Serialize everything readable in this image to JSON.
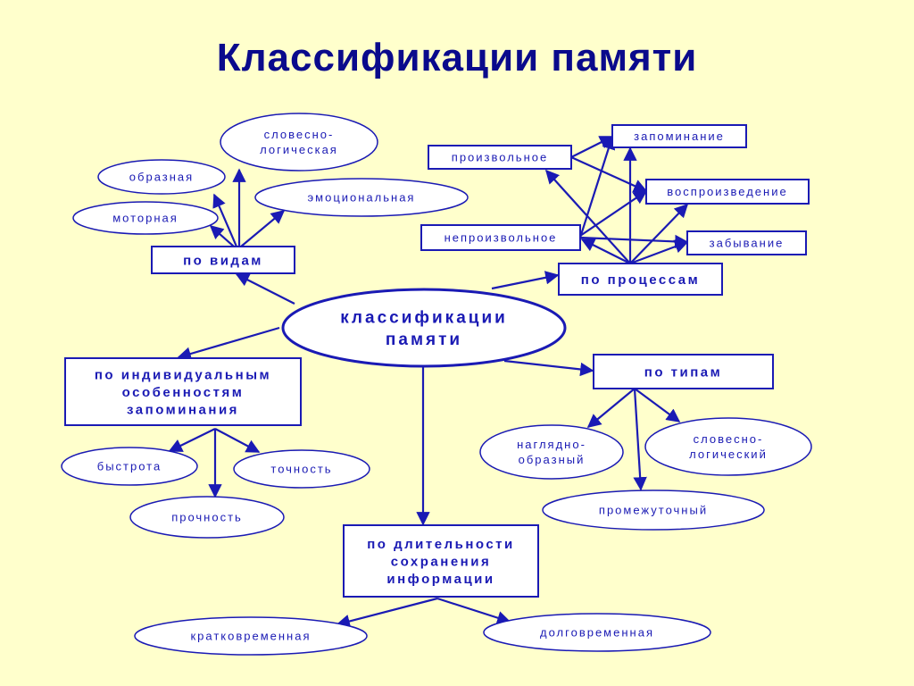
{
  "title": "Классификации памяти",
  "nodes": {
    "center": [
      "классификации",
      "памяти"
    ],
    "po_vidam": [
      "по видам"
    ],
    "slovesno_logicheskaya": [
      "словесно-",
      "логическая"
    ],
    "obraznaya": [
      "образная"
    ],
    "emocionalnaya": [
      "эмоциональная"
    ],
    "motornaya": [
      "моторная"
    ],
    "po_processam": [
      "по процессам"
    ],
    "proizvolnoe": [
      "произвольное"
    ],
    "neproizvolnoe": [
      "непроизвольное"
    ],
    "zapominanie": [
      "запоминание"
    ],
    "vosproizvedenie": [
      "воспроизведение"
    ],
    "zabyvanie": [
      "забывание"
    ],
    "po_individualnym": [
      "по индивидуальным",
      "особенностям",
      "запоминания"
    ],
    "bystrota": [
      "быстрота"
    ],
    "tochnost": [
      "точность"
    ],
    "prochnost": [
      "прочность"
    ],
    "po_tipam": [
      "по типам"
    ],
    "naglyadno_obrazny": [
      "наглядно-",
      "образный"
    ],
    "slovesno_logichesky": [
      "словесно-",
      "логический"
    ],
    "promezhutochny": [
      "промежуточный"
    ],
    "po_dlitelnosti": [
      "по длительности",
      "сохранения",
      "информации"
    ],
    "kratkovremennaya": [
      "кратковременная"
    ],
    "dolgovremennaya": [
      "долговременная"
    ]
  }
}
